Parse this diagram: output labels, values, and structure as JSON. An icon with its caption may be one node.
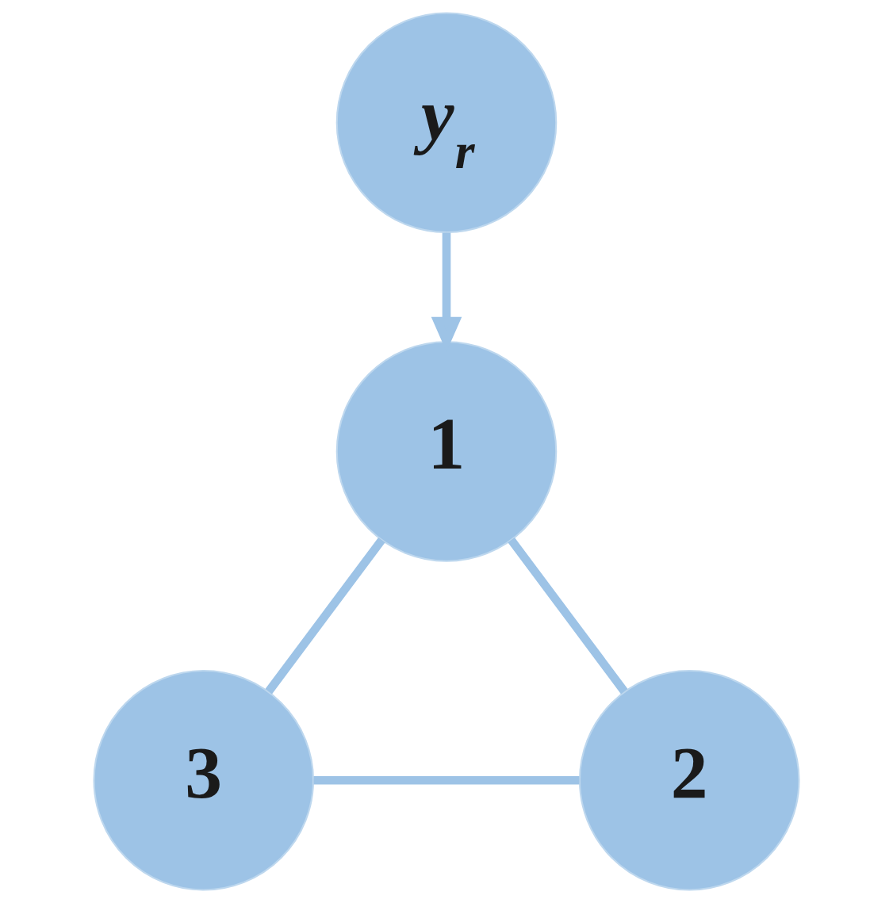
{
  "diagram": {
    "nodes": [
      {
        "text": [
          "y$_{r}$"
        ]
      },
      {
        "text": [
          "1"
        ]
      },
      {
        "text": [
          "2"
        ]
      },
      {
        "text": [
          "3"
        ]
      }
    ],
    "edges": [
      {
        "from": 0,
        "to": 1,
        "arrow": "to"
      },
      {
        "from": 1,
        "to": 2,
        "arrow": "none"
      },
      {
        "from": 1,
        "to": 3,
        "arrow": "none"
      },
      {
        "from": 3,
        "to": 2,
        "arrow": "none"
      }
    ]
  }
}
